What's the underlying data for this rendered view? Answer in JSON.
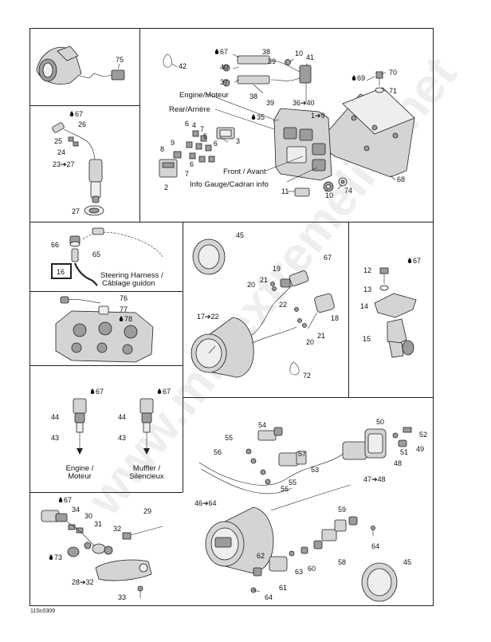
{
  "figure_code": "11Sc0309",
  "watermark": "www.midextremelife.net",
  "labels": {
    "engine_moteur": "Engine/Moteur",
    "rear_arriere": "Rear/Arrière",
    "front_avant": "Front / Avant",
    "info_gauge": "Info Gauge/Cadran info",
    "steering_harness_1": "Steering Harness /",
    "steering_harness_2": "Câblage guidon",
    "engine_1": "Engine /",
    "engine_2": "Moteur",
    "muffler_1": "Muffler /",
    "muffler_2": "Silencieux"
  },
  "callouts": {
    "c75": "75",
    "c42": "42",
    "c67a": "67",
    "c38a": "38",
    "c10a": "10",
    "c41": "41",
    "c40a": "40",
    "c39a": "39",
    "c37": "37",
    "c38b": "38",
    "c39b": "39",
    "c36_40": "36➔40",
    "c70": "70",
    "c69": "69",
    "c71": "71",
    "c35": "35",
    "c1_9": "1➔9",
    "c6a": "6",
    "c4": "4",
    "c7a": "7",
    "c5": "5",
    "c6b": "6",
    "c3": "3",
    "c9": "9",
    "c8": "8",
    "c6c": "6",
    "c7b": "7",
    "c2": "2",
    "c68": "68",
    "c74": "74",
    "c10b": "10",
    "c11": "11",
    "c67b": "67",
    "c26": "26",
    "c25": "25",
    "c24": "24",
    "c23_27": "23➔27",
    "c27": "27",
    "c66": "66",
    "c65": "65",
    "c16": "16",
    "c76": "76",
    "c77": "77",
    "c78": "78",
    "c45a": "45",
    "c67c": "67",
    "c19": "19",
    "c20a": "20",
    "c21a": "21",
    "c17_22": "17➔22",
    "c22": "22",
    "c18": "18",
    "c21b": "21",
    "c20b": "20",
    "c72": "72",
    "c12": "12",
    "c67d": "67",
    "c13": "13",
    "c14": "14",
    "c15": "15",
    "c67e": "67",
    "c44a": "44",
    "c43a": "43",
    "c67f": "67",
    "c44b": "44",
    "c43b": "43",
    "c54": "54",
    "c55a": "55",
    "c56a": "56",
    "c57": "57",
    "c53": "53",
    "c55b": "55",
    "c56b": "56",
    "c50": "50",
    "c52": "52",
    "c49": "49",
    "c51": "51",
    "c48": "48",
    "c47_48": "47➔48",
    "c46_64": "46➔64",
    "c59": "59",
    "c64a": "64",
    "c58": "58",
    "c62": "62",
    "c63": "63",
    "c60": "60",
    "c61": "61",
    "c64b": "64",
    "c45b": "45",
    "c67g": "67",
    "c34": "34",
    "c30": "30",
    "c31": "31",
    "c32a": "32",
    "c29": "29",
    "c73": "73",
    "c28_32": "28➔32",
    "c33": "33"
  }
}
